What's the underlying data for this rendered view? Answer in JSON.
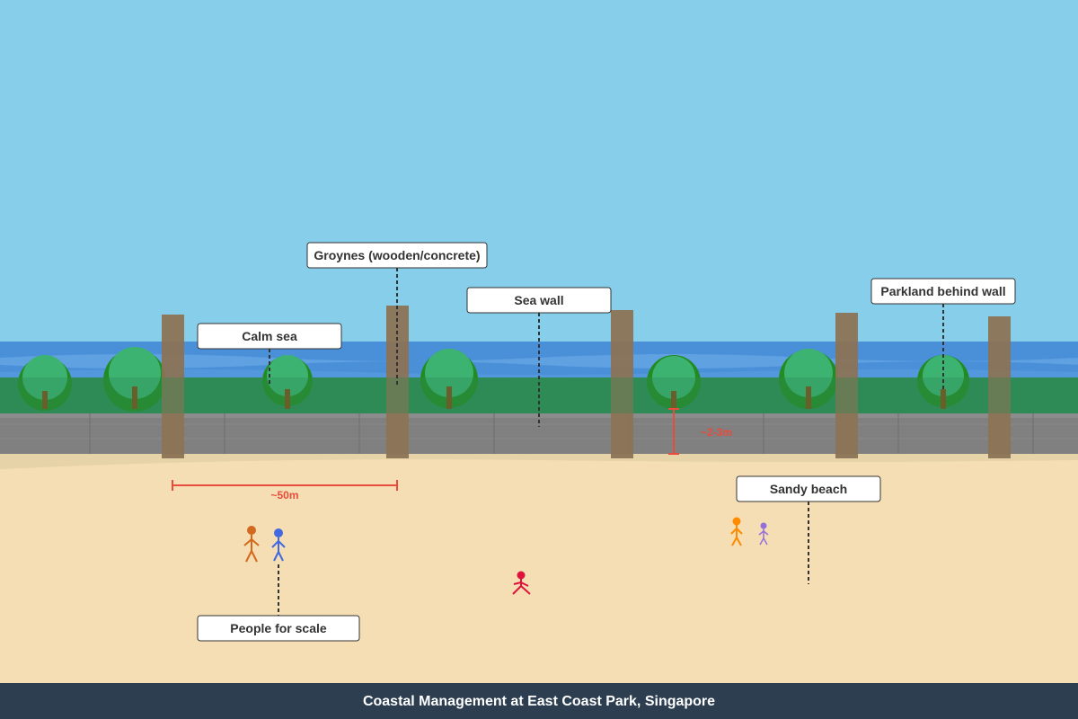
{
  "title": "Coastal Management at East Coast Park, Singapore",
  "labels": {
    "groynes": "Groynes (wooden/concrete)",
    "calm_sea": "Calm sea",
    "sea_wall": "Sea wall",
    "parkland": "Parkland behind wall",
    "sandy_beach": "Sandy beach",
    "people": "People for scale"
  },
  "measurements": {
    "groyne_spacing": "~50m",
    "wall_height": "~2-3m"
  },
  "colors": {
    "sky": "#87ceeb",
    "sea": "#4a90d9",
    "grass": "#2e8b57",
    "tree_dark": "#228b22",
    "tree_light": "#3cb371",
    "trunk": "#8b4513",
    "wall": "#808080",
    "groyne": "#8b7355",
    "sand": "#f5deb3",
    "footer": "#2c3e50",
    "measure": "#e74c3c"
  }
}
